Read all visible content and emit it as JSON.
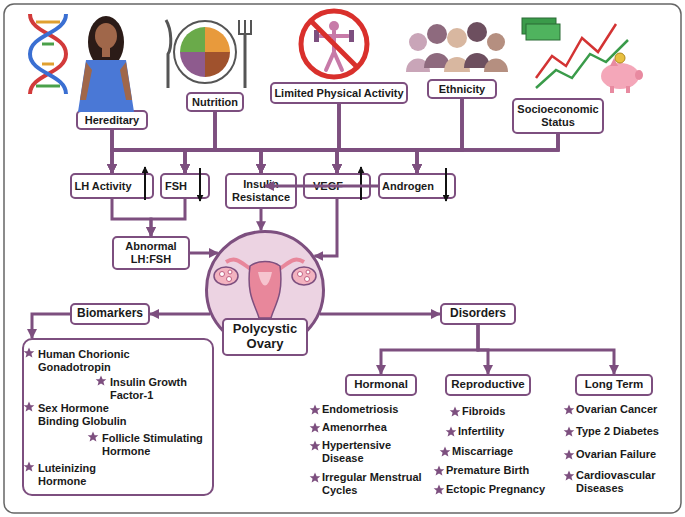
{
  "diagram": {
    "nodes": [
      {
        "text": [
          "Hereditary"
        ]
      },
      {
        "text": [
          "Nutrition"
        ]
      },
      {
        "text": [
          "Limited Physical Activity"
        ]
      },
      {
        "text": [
          "Ethnicity"
        ]
      },
      {
        "text": [
          "Socioeconomic Status"
        ]
      },
      {
        "text": [
          "LH Activity"
        ]
      },
      {
        "text": [
          "FSH"
        ]
      },
      {
        "text": [
          "Insulin Resistance"
        ]
      },
      {
        "text": [
          "VEGF"
        ]
      },
      {
        "text": [
          "Androgen"
        ]
      },
      {
        "text": [
          "Abnormal LH:FSH"
        ]
      },
      {
        "text": [
          "Polycystic Ovary"
        ]
      },
      {
        "text": [
          "Biomarkers"
        ]
      },
      {
        "text": [
          "Human Chorionic Gonadotropin",
          "Insulin Growth Factor-1",
          "Sex Hormone Binding Globulin",
          "Follicle Stimulating Hormone",
          "Luteinizing Hormone"
        ]
      },
      {
        "text": [
          "Disorders"
        ]
      },
      {
        "text": [
          "Hormonal"
        ]
      },
      {
        "text": [
          "Reproductive"
        ]
      },
      {
        "text": [
          "Long Term"
        ]
      }
    ],
    "edges": [
      {
        "from": 0,
        "to": 5,
        "arrow": "to"
      },
      {
        "from": 0,
        "to": 6,
        "arrow": "to"
      },
      {
        "from": 0,
        "to": 7,
        "arrow": "to"
      },
      {
        "from": 0,
        "to": 8,
        "arrow": "to"
      },
      {
        "from": 0,
        "to": 9,
        "arrow": "to"
      },
      {
        "from": 1,
        "to": 5,
        "arrow": "to"
      },
      {
        "from": 1,
        "to": 6,
        "arrow": "to"
      },
      {
        "from": 1,
        "to": 7,
        "arrow": "to"
      },
      {
        "from": 1,
        "to": 8,
        "arrow": "to"
      },
      {
        "from": 1,
        "to": 9,
        "arrow": "to"
      },
      {
        "from": 2,
        "to": 5,
        "arrow": "to"
      },
      {
        "from": 2,
        "to": 6,
        "arrow": "to"
      },
      {
        "from": 2,
        "to": 7,
        "arrow": "to"
      },
      {
        "from": 2,
        "to": 8,
        "arrow": "to"
      },
      {
        "from": 2,
        "to": 9,
        "arrow": "to"
      },
      {
        "from": 3,
        "to": 5,
        "arrow": "to"
      },
      {
        "from": 3,
        "to": 6,
        "arrow": "to"
      },
      {
        "from": 3,
        "to": 7,
        "arrow": "to"
      },
      {
        "from": 3,
        "to": 8,
        "arrow": "to"
      },
      {
        "from": 3,
        "to": 9,
        "arrow": "to"
      },
      {
        "from": 4,
        "to": 5,
        "arrow": "to"
      },
      {
        "from": 4,
        "to": 6,
        "arrow": "to"
      },
      {
        "from": 4,
        "to": 7,
        "arrow": "to"
      },
      {
        "from": 4,
        "to": 8,
        "arrow": "to"
      },
      {
        "from": 4,
        "to": 9,
        "arrow": "to"
      },
      {
        "from": 5,
        "to": 10,
        "arrow": "to"
      },
      {
        "from": 6,
        "to": 10,
        "arrow": "to"
      },
      {
        "from": 10,
        "to": 11,
        "arrow": "to"
      },
      {
        "from": 7,
        "to": 11,
        "arrow": "to"
      },
      {
        "from": 8,
        "to": 11,
        "arrow": "to"
      },
      {
        "from": 9,
        "to": 11,
        "arrow": "to"
      },
      {
        "from": 11,
        "to": 12,
        "arrow": "to"
      },
      {
        "from": 12,
        "to": 13,
        "arrow": "to"
      },
      {
        "from": 11,
        "to": 14,
        "arrow": "to"
      },
      {
        "from": 14,
        "to": 15,
        "arrow": "to"
      },
      {
        "from": 14,
        "to": 16,
        "arrow": "to"
      },
      {
        "from": 14,
        "to": 17,
        "arrow": "to"
      }
    ],
    "labels": [
      "Endometriosis",
      "Amenorrhea",
      "Hypertensive Disease",
      "Irregular Menstrual Cycles",
      "Fibroids",
      "Infertility",
      "Miscarriage",
      "Premature Birth",
      "Ectopic Pregnancy",
      "Ovarian Cancer",
      "Type 2 Diabetes",
      "Ovarian Failure",
      "Cardiovascular Diseases"
    ]
  }
}
